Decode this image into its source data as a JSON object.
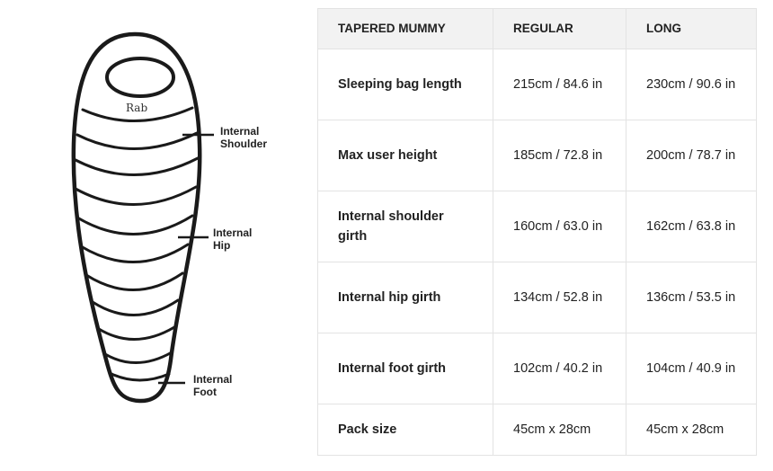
{
  "diagram": {
    "brand": "Rab",
    "callouts": [
      {
        "line1": "Internal",
        "line2": "Shoulder"
      },
      {
        "line1": "Internal",
        "line2": "Hip"
      },
      {
        "line1": "Internal",
        "line2": "Foot"
      }
    ]
  },
  "table": {
    "headers": [
      "TAPERED MUMMY",
      "REGULAR",
      "LONG"
    ],
    "rows": [
      {
        "label": "Sleeping bag length",
        "regular": "215cm / 84.6 in",
        "long": "230cm / 90.6 in"
      },
      {
        "label": "Max user height",
        "regular": "185cm / 72.8 in",
        "long": "200cm / 78.7 in"
      },
      {
        "label": "Internal shoulder girth",
        "regular": "160cm / 63.0 in",
        "long": "162cm / 63.8 in"
      },
      {
        "label": "Internal hip girth",
        "regular": "134cm / 52.8 in",
        "long": "136cm / 53.5 in"
      },
      {
        "label": "Internal foot girth",
        "regular": "102cm / 40.2 in",
        "long": "104cm / 40.9 in"
      },
      {
        "label": "Pack size",
        "regular": "45cm x 28cm",
        "long": "45cm x 28cm"
      }
    ]
  }
}
